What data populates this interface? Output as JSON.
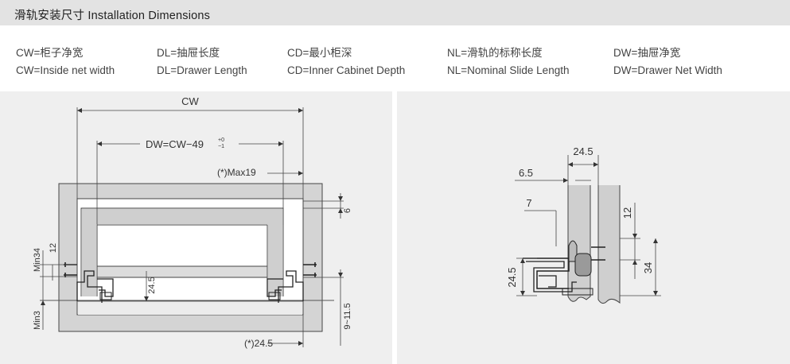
{
  "title": "滑轨安装尺寸  Installation Dimensions",
  "legend": [
    {
      "zh": "CW=柜子净宽",
      "en": "CW=Inside net width"
    },
    {
      "zh": "DL=抽屉长度",
      "en": "DL=Drawer Length"
    },
    {
      "zh": "CD=最小柜深",
      "en": "CD=Inner Cabinet Depth"
    },
    {
      "zh": "NL=滑轨的标称长度",
      "en": "NL=Nominal Slide Length"
    },
    {
      "zh": "DW=抽屉净宽",
      "en": "DW=Drawer Net Width"
    }
  ],
  "front_view": {
    "cw": "CW",
    "dw": "DW=CW−49",
    "dw_tol_top": "+0",
    "dw_tol_bottom": "−1",
    "max19": "(*)Max19",
    "dim_6": "6",
    "min34": "Min34",
    "dim_12": "12",
    "dim_24_5": "24.5",
    "min3": "Min3",
    "dim_9_11_5": "9~11.5",
    "dim_star_24_5": "(*)24.5"
  },
  "detail_view": {
    "dim_24_5_top": "24.5",
    "dim_6_5": "6.5",
    "dim_7": "7",
    "dim_12": "12",
    "dim_24_5_left": "24.5",
    "dim_34": "34"
  }
}
